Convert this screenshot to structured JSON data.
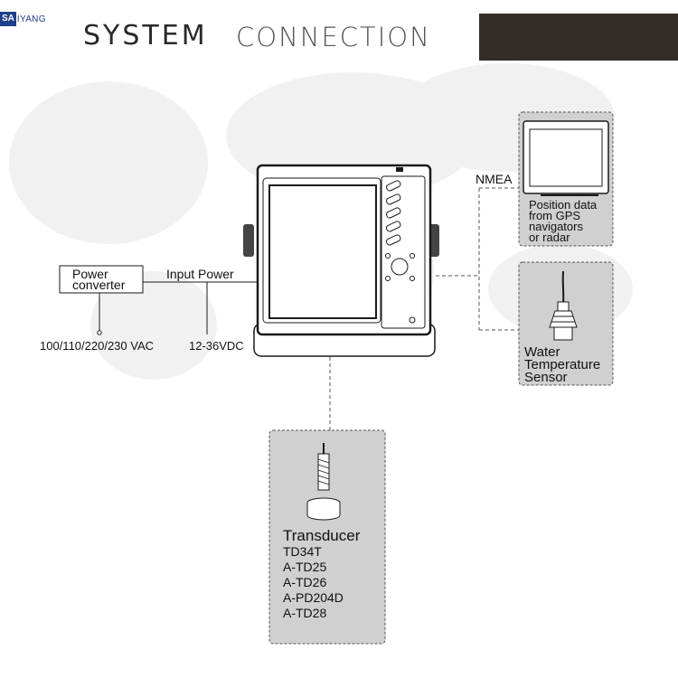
{
  "logo": {
    "prefix": "SA",
    "rest": "IYANG"
  },
  "title": {
    "left": "SYSTEM",
    "right": "CONNECTION"
  },
  "labels": {
    "nmea": "NMEA",
    "power_converter_line1": "Power",
    "power_converter_line2": "converter",
    "input_power": "Input Power",
    "ac_voltage": "100/110/220/230 VAC",
    "dc_voltage": "12-36VDC"
  },
  "gps_panel": {
    "lines": [
      "Position data",
      "from GPS",
      "navigators",
      "or radar"
    ]
  },
  "water_temp_panel": {
    "lines": [
      "Water",
      "Temperature",
      "Sensor"
    ]
  },
  "transducer_panel": {
    "title": "Transducer",
    "models": [
      "TD34T",
      "A-TD25",
      "A-TD26",
      "A-PD204D",
      "A-TD28"
    ]
  },
  "colors": {
    "banner": "#332d2a",
    "panel_fill": "#d0d0d0",
    "logo_blue": "#1f3f8a",
    "line": "#1a1a1a"
  }
}
